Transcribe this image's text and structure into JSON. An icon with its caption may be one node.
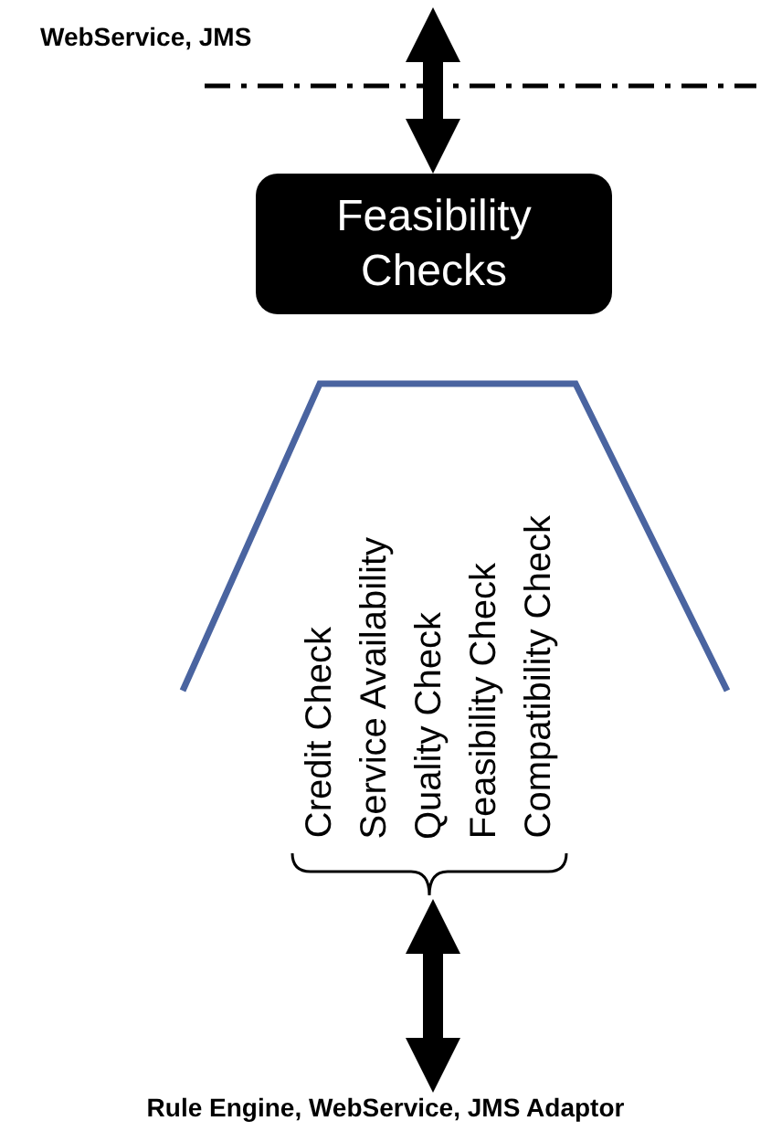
{
  "diagram": {
    "nodes": [
      {
        "text": [
          "Feasibility Checks"
        ]
      },
      {
        "text": [
          "Credit Check",
          "Service Availability",
          "Quality Check",
          "Feasibility Check",
          "Compatibility Check"
        ]
      },
      {
        "text": [
          "Rule Engine, WebService, JMS Adaptor"
        ]
      }
    ],
    "edges": [
      {
        "from": null,
        "to": 0,
        "arrow": "both"
      },
      {
        "from": 1,
        "to": 2,
        "arrow": "both"
      }
    ],
    "labels": [
      "WebService, JMS"
    ]
  }
}
